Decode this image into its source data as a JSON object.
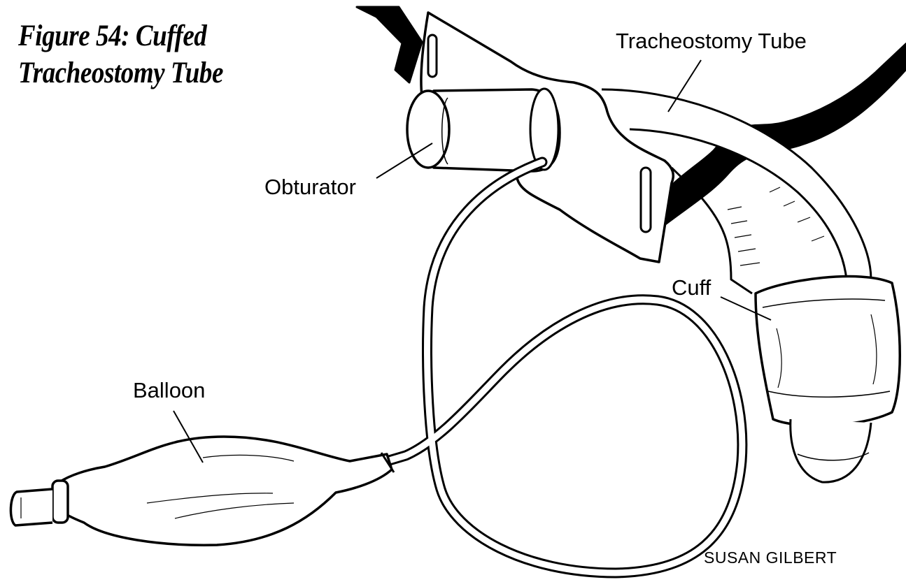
{
  "figure": {
    "title_line_1": "Figure 54: Cuffed",
    "title_line_2": "Tracheostomy Tube",
    "labels": {
      "tracheostomy_tube": "Tracheostomy Tube",
      "obturator": "Obturator",
      "cuff": "Cuff",
      "balloon": "Balloon"
    },
    "credit": "SUSAN GILBERT"
  },
  "colors": {
    "ink": "#000000",
    "paper": "#ffffff"
  }
}
